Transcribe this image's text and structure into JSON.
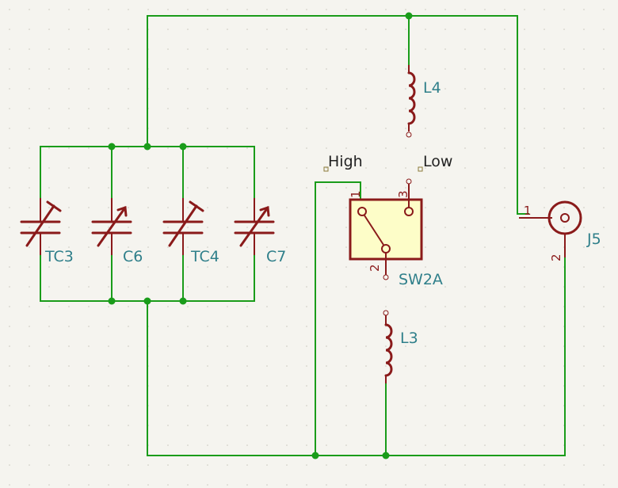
{
  "components": {
    "tc3": {
      "ref": "TC3"
    },
    "c6": {
      "ref": "C6"
    },
    "tc4": {
      "ref": "TC4"
    },
    "c7": {
      "ref": "C7"
    },
    "l4": {
      "ref": "L4"
    },
    "l3": {
      "ref": "L3"
    },
    "sw2a": {
      "ref": "SW2A",
      "pins": [
        "1",
        "2",
        "3"
      ]
    },
    "j5": {
      "ref": "J5",
      "pins": [
        "1",
        "2"
      ]
    }
  },
  "net_labels": {
    "high": "High",
    "low": "Low"
  },
  "colors": {
    "wire": "#1a9c1a",
    "symbol": "#8a1a1a",
    "reference": "#2f7f8a",
    "switch_fill": "#fdfdc8",
    "background": "#f5f4ef"
  }
}
